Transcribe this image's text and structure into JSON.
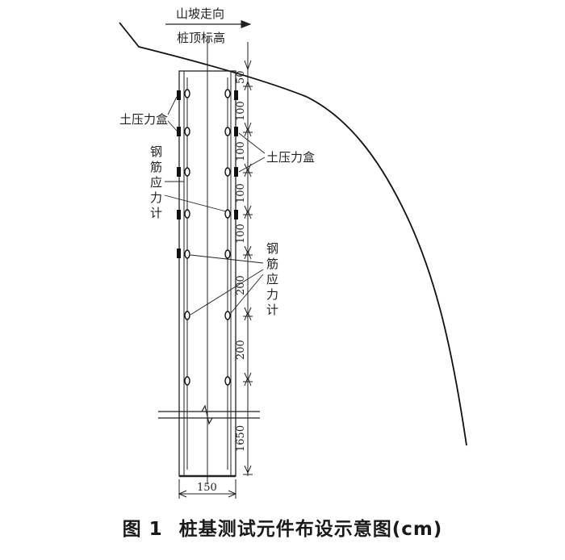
{
  "labels": {
    "slope_direction": "山坡走向",
    "pile_top": "桩顶标高",
    "pressure_cell_left": "土压力盒",
    "pressure_cell_right": "土压力盒",
    "rebar_gauge_left": [
      "钢",
      "筋",
      "应",
      "力",
      "计"
    ],
    "rebar_gauge_right": [
      "钢",
      "筋",
      "应",
      "力",
      "计"
    ]
  },
  "dimensions": {
    "vertical": [
      "50",
      "100",
      "100",
      "100",
      "100",
      "200",
      "200",
      "1650"
    ],
    "width": "150"
  },
  "caption": {
    "number": "图 1",
    "text": "桩基测试元件布设示意图(cm)"
  }
}
